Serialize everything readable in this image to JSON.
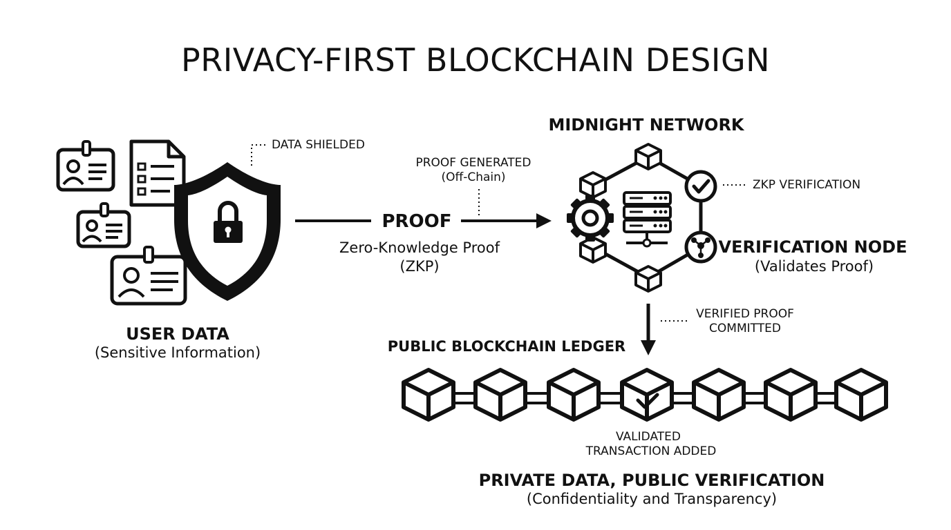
{
  "title": "PRIVACY-FIRST BLOCKCHAIN DESIGN",
  "user_data": {
    "label": "USER DATA",
    "sublabel": "(Sensitive Information)",
    "shield_note": "DATA SHIELDED"
  },
  "proof": {
    "label": "PROOF",
    "sub_line1": "Zero-Knowledge Proof",
    "sub_line2": "(ZKP)",
    "note_line1": "PROOF GENERATED",
    "note_line2": "(Off-Chain)"
  },
  "network": {
    "label": "MIDNIGHT NETWORK",
    "zkp_note": "ZKP VERIFICATION",
    "node_label": "VERIFICATION NODE",
    "node_sub": "(Validates Proof)"
  },
  "commit": {
    "line1": "VERIFIED PROOF",
    "line2": "COMMITTED"
  },
  "ledger": {
    "label": "PUBLIC BLOCKCHAIN LEDGER",
    "validated_line1": "VALIDATED",
    "validated_line2": "TRANSACTION ADDED"
  },
  "footer": {
    "label": "PRIVATE DATA, PUBLIC VERIFICATION",
    "sub": "(Confidentiality and Transparency)"
  }
}
